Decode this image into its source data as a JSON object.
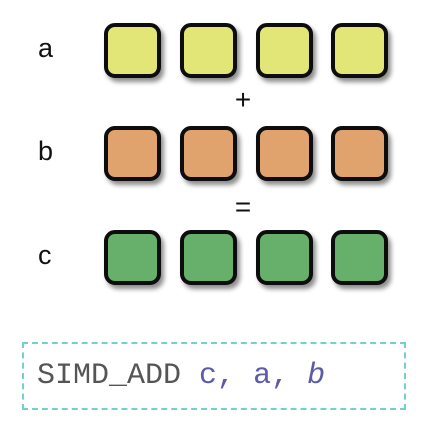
{
  "rows": [
    {
      "label": "a",
      "color": "#e2e676",
      "box_count": 4
    },
    {
      "label": "b",
      "color": "#e0a36d",
      "box_count": 4
    },
    {
      "label": "c",
      "color": "#66b06b",
      "box_count": 4
    }
  ],
  "operators": {
    "plus": "+",
    "equals": "="
  },
  "instruction": {
    "opcode": "SIMD_ADD",
    "dest": "c,",
    "src1": "a,",
    "src2": "b",
    "opcode_color": "#555555",
    "operand_color": "#5b5ba8",
    "border_color": "#6fd3cc"
  }
}
